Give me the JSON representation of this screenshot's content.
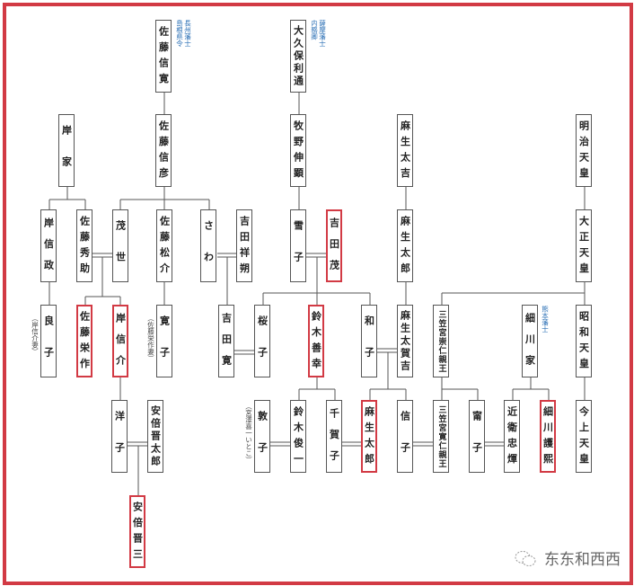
{
  "nodes": [
    {
      "name": "佐藤信寛",
      "highlighted": false
    },
    {
      "name": "大久保利通",
      "highlighted": false
    },
    {
      "name": "岸家",
      "highlighted": false
    },
    {
      "name": "佐藤信彦",
      "highlighted": false
    },
    {
      "name": "牧野伸顕",
      "highlighted": false
    },
    {
      "name": "麻生太吉",
      "highlighted": false
    },
    {
      "name": "明治天皇",
      "highlighted": false
    },
    {
      "name": "岸信政",
      "highlighted": false
    },
    {
      "name": "佐藤秀助",
      "highlighted": false
    },
    {
      "name": "茂世",
      "highlighted": false
    },
    {
      "name": "佐藤松介",
      "highlighted": false
    },
    {
      "name": "さわ",
      "highlighted": false
    },
    {
      "name": "吉田祥朔",
      "highlighted": false
    },
    {
      "name": "雪子",
      "highlighted": false
    },
    {
      "name": "吉田茂",
      "highlighted": true
    },
    {
      "name": "麻生太郎",
      "highlighted": false
    },
    {
      "name": "大正天皇",
      "highlighted": false
    },
    {
      "name": "良子",
      "highlighted": false
    },
    {
      "name": "佐藤栄作",
      "highlighted": true
    },
    {
      "name": "岸信介",
      "highlighted": true
    },
    {
      "name": "寛子",
      "highlighted": false
    },
    {
      "name": "吉田寛",
      "highlighted": false
    },
    {
      "name": "桜子",
      "highlighted": false
    },
    {
      "name": "鈴木善幸",
      "highlighted": true
    },
    {
      "name": "和子",
      "highlighted": false
    },
    {
      "name": "麻生太賀吉",
      "highlighted": false
    },
    {
      "name": "三笠宮崇仁親王",
      "highlighted": false
    },
    {
      "name": "細川家",
      "highlighted": false
    },
    {
      "name": "昭和天皇",
      "highlighted": false
    },
    {
      "name": "洋子",
      "highlighted": false
    },
    {
      "name": "安倍晋太郎",
      "highlighted": false
    },
    {
      "name": "敦子",
      "highlighted": false
    },
    {
      "name": "鈴木俊一",
      "highlighted": false
    },
    {
      "name": "千賀子",
      "highlighted": false
    },
    {
      "name": "麻生太郎",
      "highlighted": true
    },
    {
      "name": "信子",
      "highlighted": false
    },
    {
      "name": "三笠宮寛仁親王",
      "highlighted": false
    },
    {
      "name": "甯子",
      "highlighted": false
    },
    {
      "name": "近衛忠煇",
      "highlighted": false
    },
    {
      "name": "細川護熙",
      "highlighted": true
    },
    {
      "name": "今上天皇",
      "highlighted": false
    },
    {
      "name": "安倍晋三",
      "highlighted": true
    }
  ],
  "notes": {
    "sato_nobuhiro_1": "長州藩士",
    "sato_nobuhiro_2": "島根県令",
    "okubo_1": "薩摩藩士",
    "okubo_2": "内務卿",
    "hosokawa": "熊本藩士",
    "yoshiko": "（岸信介妻）",
    "hiroko": "（佐藤栄作妻）",
    "atsuko": "（宮澤喜一いとこ）"
  },
  "colors": {
    "highlight": "#d23a44",
    "note_blue": "#2a6fb5",
    "frame": "#d23a44"
  },
  "watermark": {
    "icon": "wechat-icon",
    "text": "东东和西西"
  }
}
